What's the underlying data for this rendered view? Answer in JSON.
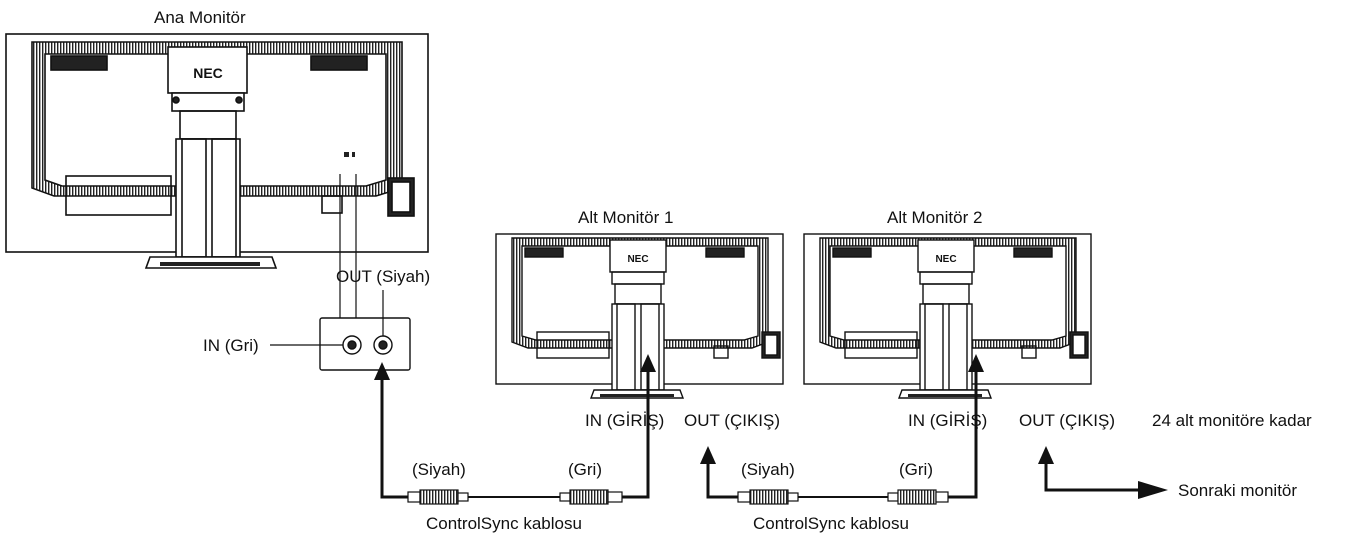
{
  "labels": {
    "main_monitor": "Ana Monitör",
    "sub_monitor_1": "Alt Monitör 1",
    "sub_monitor_2": "Alt Monitör 2",
    "brand": "NEC",
    "out_black": "OUT (Siyah)",
    "in_gray": "IN (Gri)",
    "in_input": "IN (GİRİŞ)",
    "out_output": "OUT (ÇIKIŞ)",
    "up_to_24": "24 alt monitöre kadar",
    "black": "(Siyah)",
    "gray": "(Gri)",
    "cable": "ControlSync kablosu",
    "next_monitor": "Sonraki monitör"
  },
  "colors": {
    "line": "#111111",
    "bezel_fill": "#ffffff",
    "grille": "#222222"
  }
}
